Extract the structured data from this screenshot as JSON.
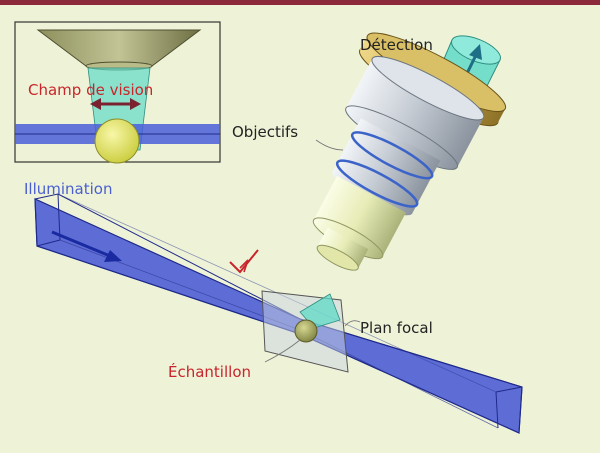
{
  "labels": {
    "detection": "Détection",
    "objectives": "Objectifs",
    "illumination": "Illumination",
    "focal_plane": "Plan focal",
    "sample": "Échantillon",
    "field_of_view": "Champ de vision"
  },
  "colors": {
    "background": "#eef3d8",
    "top_bar": "#8c2a3c",
    "illumination_beam": "#3e4fd6",
    "detection_beam": "#5fd9c8",
    "sample": "#a7a95a",
    "objective_body": "#c9cfd6",
    "objective_front": "#e9efba",
    "gold_ring": "#c9a94a",
    "red_label": "#c8242b",
    "blue_label": "#4a5fd0"
  }
}
